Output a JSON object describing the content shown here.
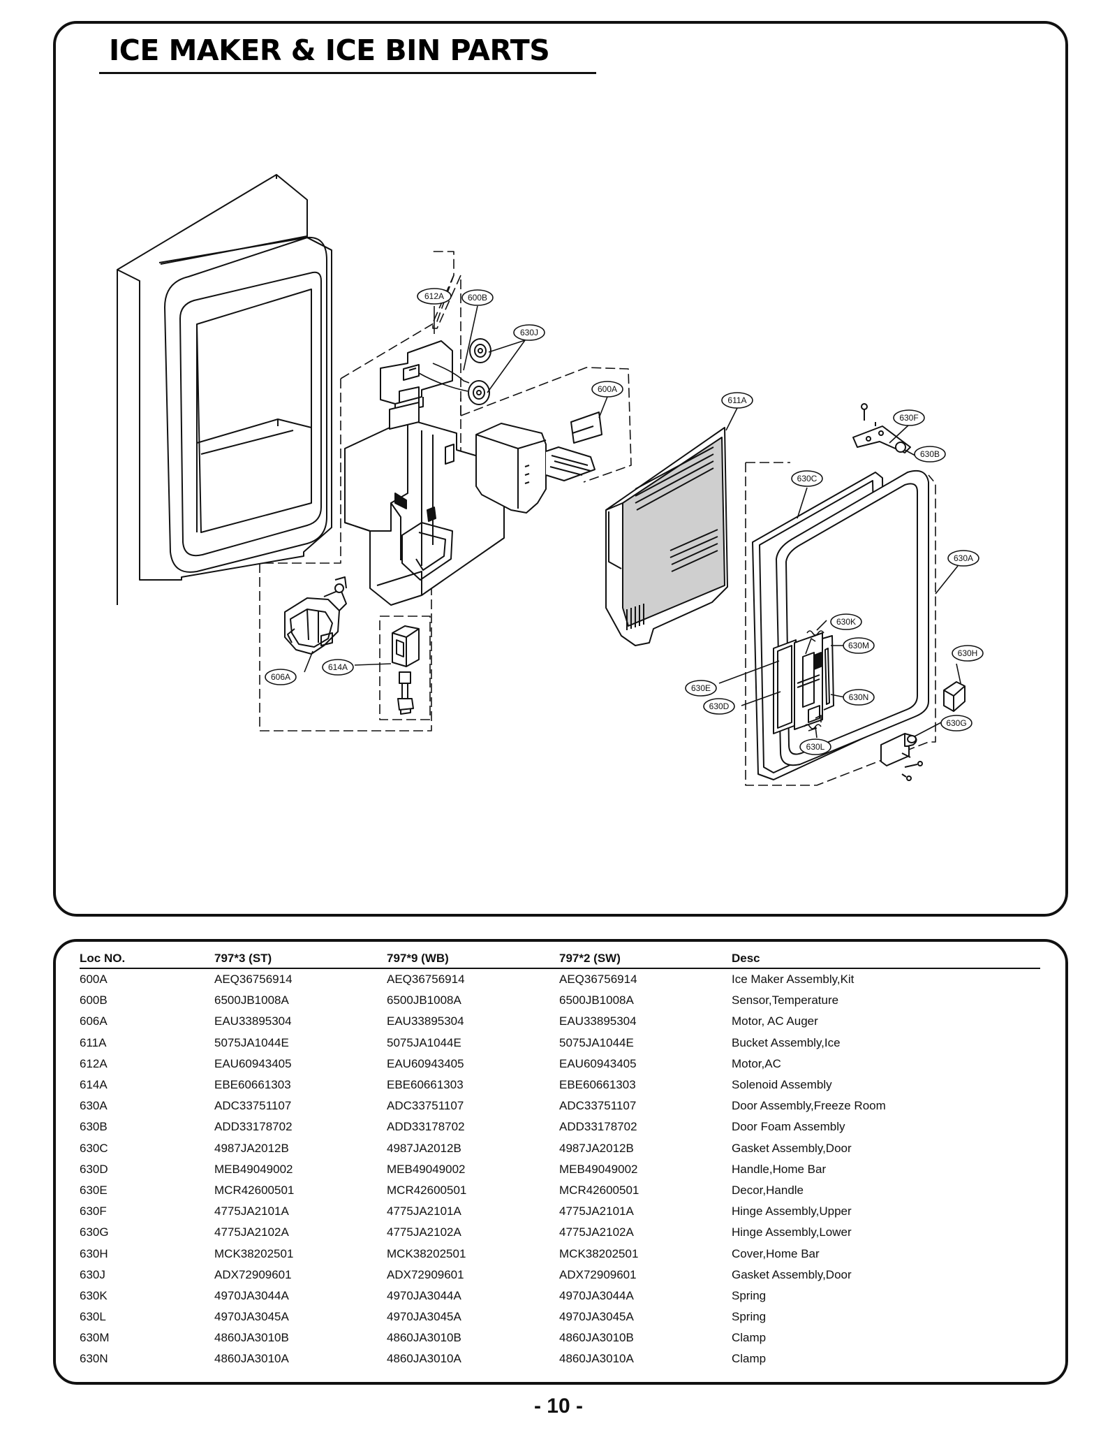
{
  "title": "ICE MAKER & ICE BIN PARTS",
  "page_number": "- 10 -",
  "callouts": {
    "c612A": "612A",
    "c600B": "600B",
    "c630J": "630J",
    "c600A": "600A",
    "c611A": "611A",
    "c630F": "630F",
    "c630B": "630B",
    "c630C": "630C",
    "c630A": "630A",
    "c630K": "630K",
    "c630M": "630M",
    "c630H": "630H",
    "c630E": "630E",
    "c630D": "630D",
    "c630N": "630N",
    "c630G": "630G",
    "c630L": "630L",
    "c606A": "606A",
    "c614A": "614A"
  },
  "table": {
    "headers": [
      "Loc NO.",
      "797*3 (ST)",
      "797*9 (WB)",
      "797*2 (SW)",
      "Desc"
    ],
    "rows": [
      [
        "600A",
        "AEQ36756914",
        "AEQ36756914",
        "AEQ36756914",
        "Ice Maker Assembly,Kit"
      ],
      [
        "600B",
        "6500JB1008A",
        "6500JB1008A",
        "6500JB1008A",
        "Sensor,Temperature"
      ],
      [
        "606A",
        "EAU33895304",
        "EAU33895304",
        "EAU33895304",
        "Motor, AC Auger"
      ],
      [
        "611A",
        "5075JA1044E",
        "5075JA1044E",
        "5075JA1044E",
        "Bucket Assembly,Ice"
      ],
      [
        "612A",
        "EAU60943405",
        "EAU60943405",
        "EAU60943405",
        "Motor,AC"
      ],
      [
        "614A",
        "EBE60661303",
        "EBE60661303",
        "EBE60661303",
        "Solenoid Assembly"
      ],
      [
        "630A",
        "ADC33751107",
        "ADC33751107",
        "ADC33751107",
        "Door Assembly,Freeze Room"
      ],
      [
        "630B",
        "ADD33178702",
        "ADD33178702",
        "ADD33178702",
        "Door Foam Assembly"
      ],
      [
        "630C",
        "4987JA2012B",
        "4987JA2012B",
        "4987JA2012B",
        "Gasket Assembly,Door"
      ],
      [
        "630D",
        "MEB49049002",
        "MEB49049002",
        "MEB49049002",
        "Handle,Home Bar"
      ],
      [
        "630E",
        "MCR42600501",
        "MCR42600501",
        "MCR42600501",
        "Decor,Handle"
      ],
      [
        "630F",
        "4775JA2101A",
        "4775JA2101A",
        "4775JA2101A",
        "Hinge Assembly,Upper"
      ],
      [
        "630G",
        "4775JA2102A",
        "4775JA2102A",
        "4775JA2102A",
        "Hinge Assembly,Lower"
      ],
      [
        "630H",
        "MCK38202501",
        "MCK38202501",
        "MCK38202501",
        "Cover,Home Bar"
      ],
      [
        "630J",
        "ADX72909601",
        "ADX72909601",
        "ADX72909601",
        "Gasket Assembly,Door"
      ],
      [
        "630K",
        "4970JA3044A",
        "4970JA3044A",
        "4970JA3044A",
        "Spring"
      ],
      [
        "630L",
        "4970JA3045A",
        "4970JA3045A",
        "4970JA3045A",
        "Spring"
      ],
      [
        "630M",
        "4860JA3010B",
        "4860JA3010B",
        "4860JA3010B",
        "Clamp"
      ],
      [
        "630N",
        "4860JA3010A",
        "4860JA3010A",
        "4860JA3010A",
        "Clamp"
      ]
    ]
  }
}
